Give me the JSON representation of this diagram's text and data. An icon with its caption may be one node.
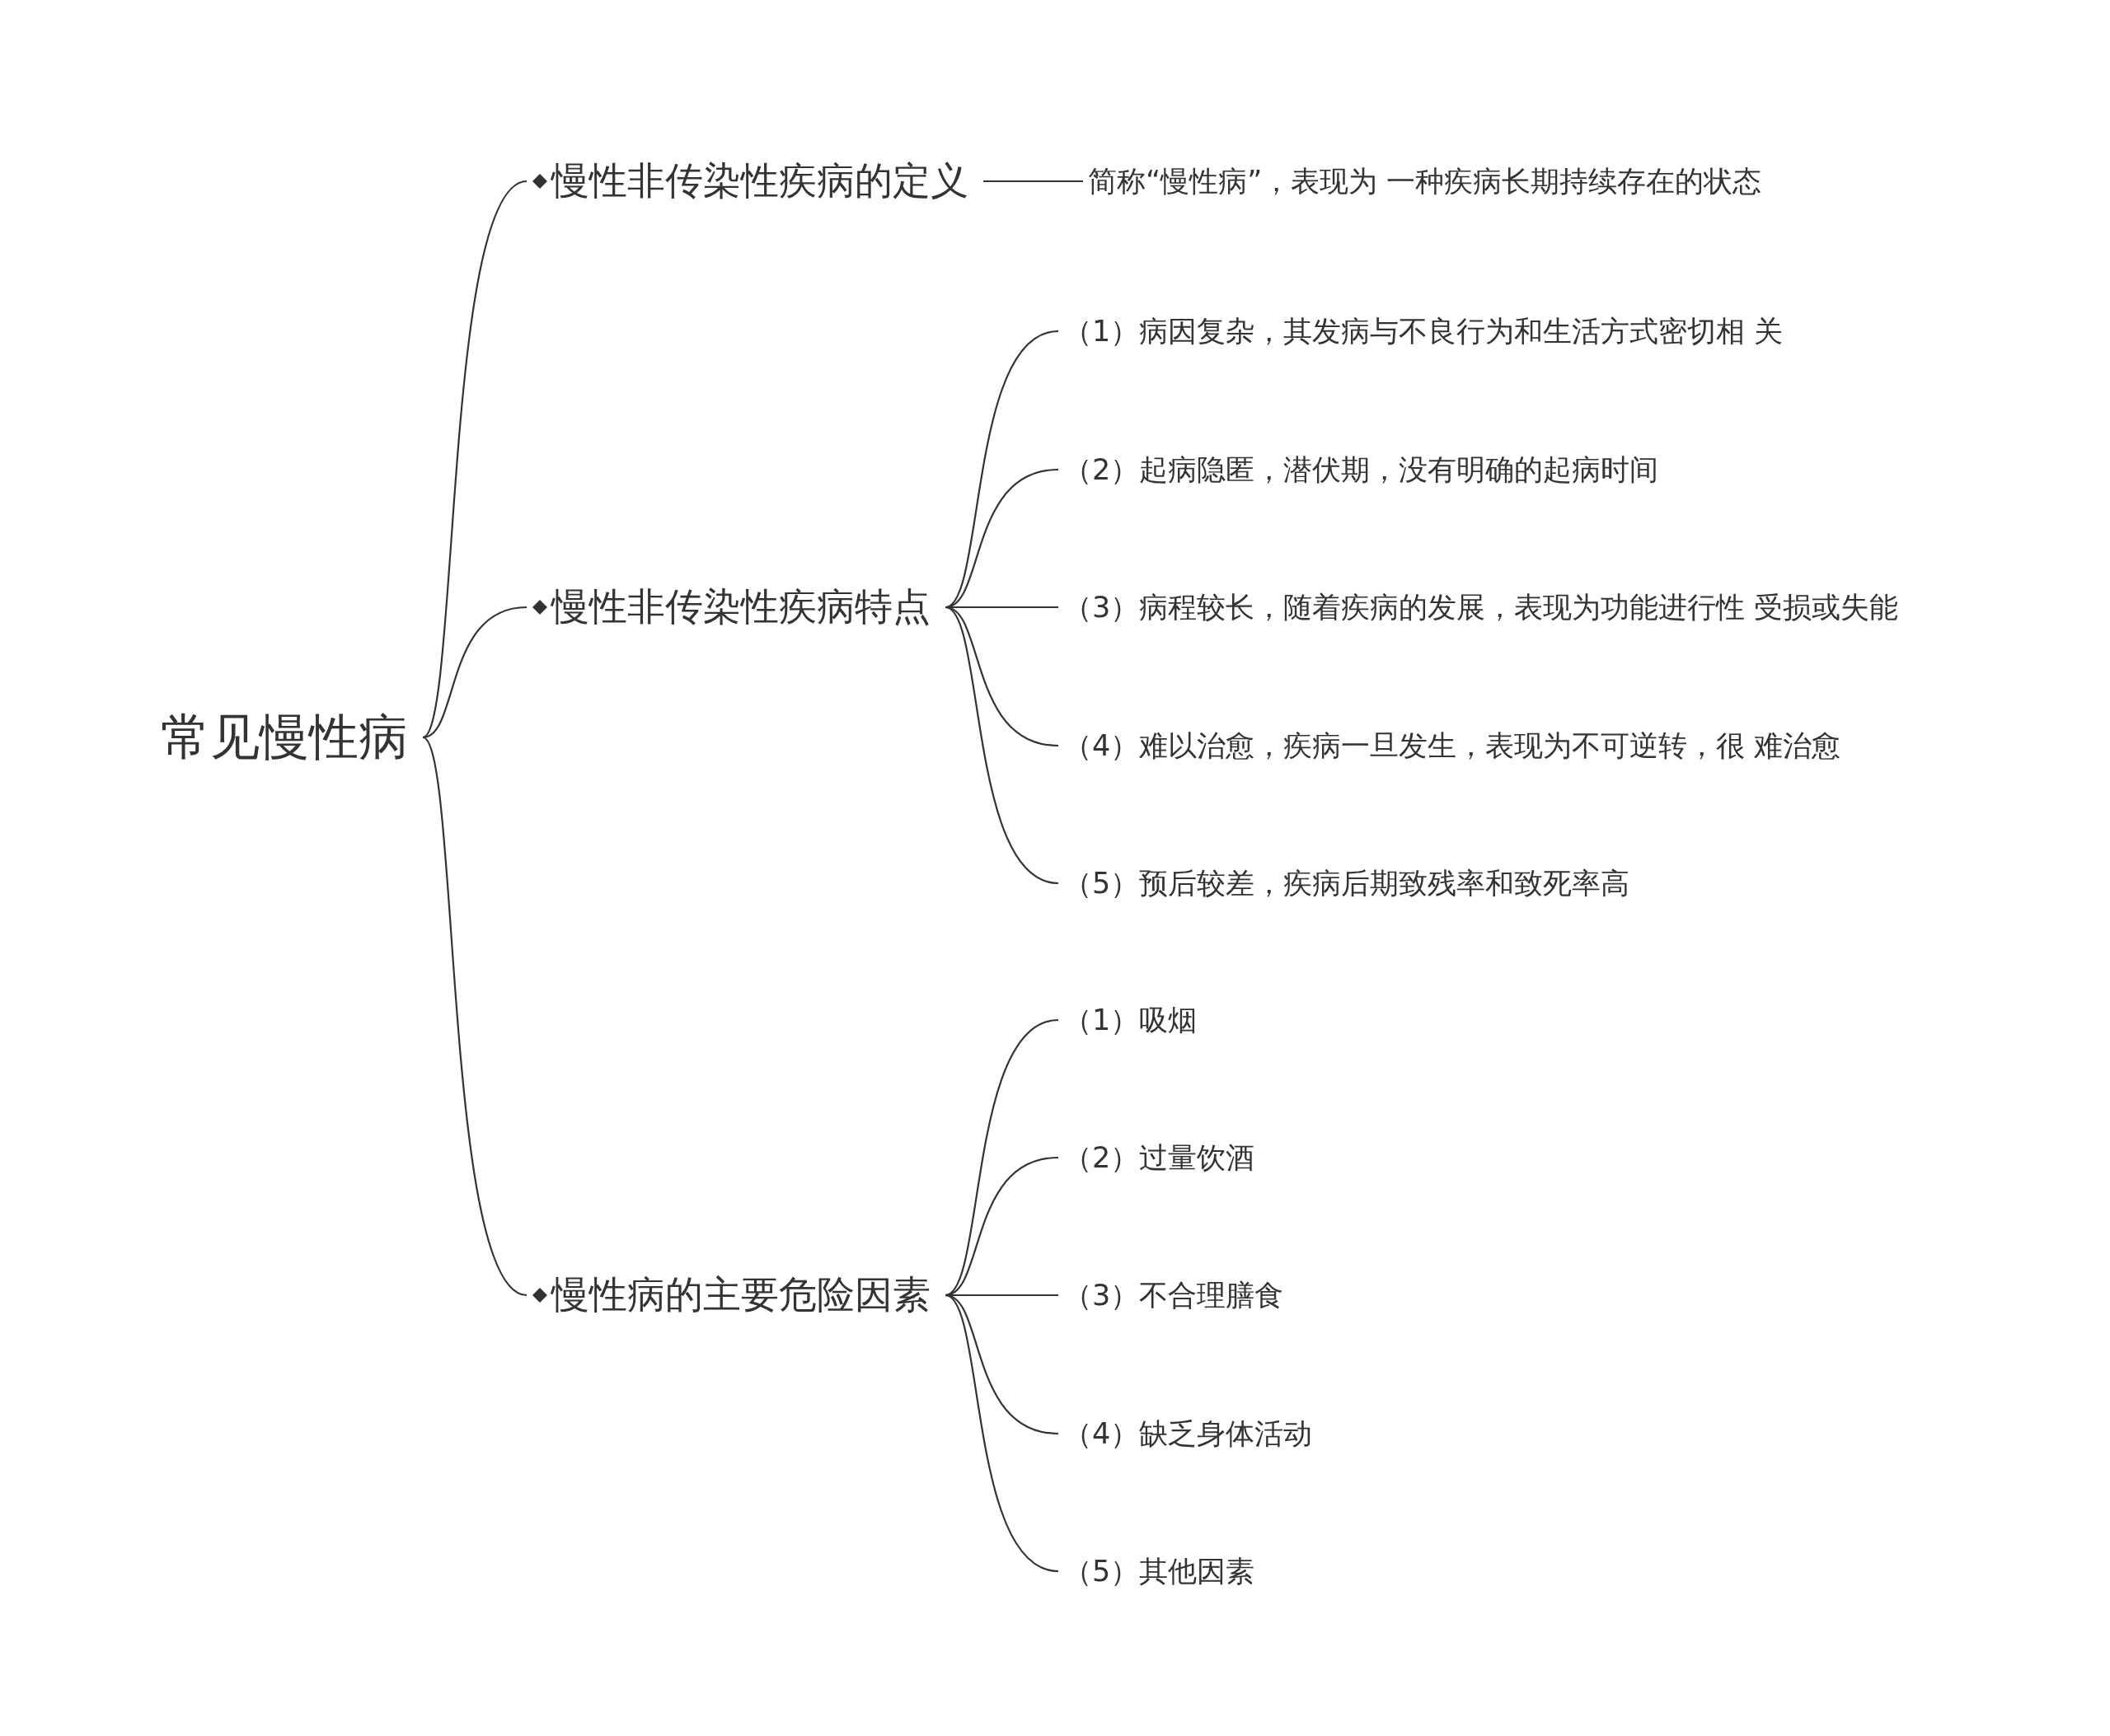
{
  "diagram": {
    "nodes": [
      {
        "text": [
          "常见慢性病"
        ]
      },
      {
        "text": [
          "慢性非传染性疾病的定义"
        ]
      },
      {
        "text": [
          "简称“慢性病”，表现为 一种疾病长期持续存在的状态"
        ]
      },
      {
        "text": [
          "慢性非传染性疾病特点"
        ]
      },
      {
        "text": [
          "（1）病因复杂，其发病与不良行为和生活方式密切相 关"
        ]
      },
      {
        "text": [
          "（2）起病隐匿，潜伏期，没有明确的起病时间"
        ]
      },
      {
        "text": [
          "（3）病程较长，随着疾病的发展，表现为功能进行性 受损或失能"
        ]
      },
      {
        "text": [
          "（4）难以治愈，疾病一旦发生，表现为不可逆转，很 难治愈"
        ]
      },
      {
        "text": [
          "（5）预后较差，疾病后期致残率和致死率高"
        ]
      },
      {
        "text": [
          "慢性病的主要危险因素"
        ]
      },
      {
        "text": [
          "（1）吸烟"
        ]
      },
      {
        "text": [
          "（2）过量饮酒"
        ]
      },
      {
        "text": [
          "（3）不合理膳食"
        ]
      },
      {
        "text": [
          "（4）缺乏身体活动"
        ]
      },
      {
        "text": [
          "（5）其他因素"
        ]
      }
    ],
    "edges": [
      {
        "from": 0,
        "to": 1,
        "arrow": "none"
      },
      {
        "from": 0,
        "to": 3,
        "arrow": "none"
      },
      {
        "from": 0,
        "to": 9,
        "arrow": "none"
      },
      {
        "from": 1,
        "to": 2,
        "arrow": "none"
      },
      {
        "from": 3,
        "to": 4,
        "arrow": "none"
      },
      {
        "from": 3,
        "to": 5,
        "arrow": "none"
      },
      {
        "from": 3,
        "to": 6,
        "arrow": "none"
      },
      {
        "from": 3,
        "to": 7,
        "arrow": "none"
      },
      {
        "from": 3,
        "to": 8,
        "arrow": "none"
      },
      {
        "from": 9,
        "to": 10,
        "arrow": "none"
      },
      {
        "from": 9,
        "to": 11,
        "arrow": "none"
      },
      {
        "from": 9,
        "to": 12,
        "arrow": "none"
      },
      {
        "from": 9,
        "to": 13,
        "arrow": "none"
      },
      {
        "from": 9,
        "to": 14,
        "arrow": "none"
      }
    ]
  }
}
